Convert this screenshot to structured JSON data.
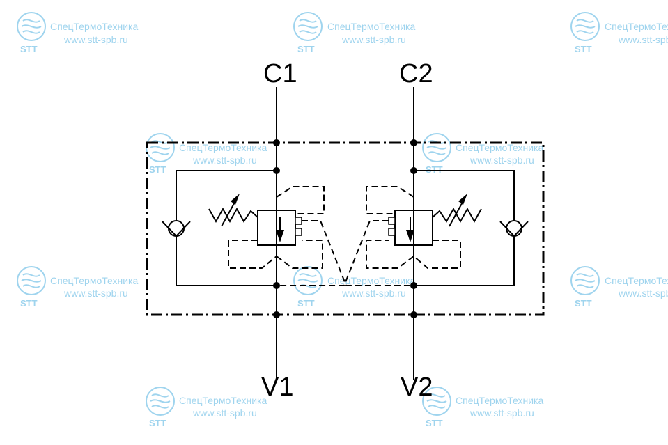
{
  "ports": {
    "c1": "C1",
    "c2": "C2",
    "v1": "V1",
    "v2": "V2"
  },
  "watermark": {
    "company": "СпецТермоТехника",
    "url": "www.stt-spb.ru",
    "brand": "STT",
    "color": "#9fd4ee"
  }
}
